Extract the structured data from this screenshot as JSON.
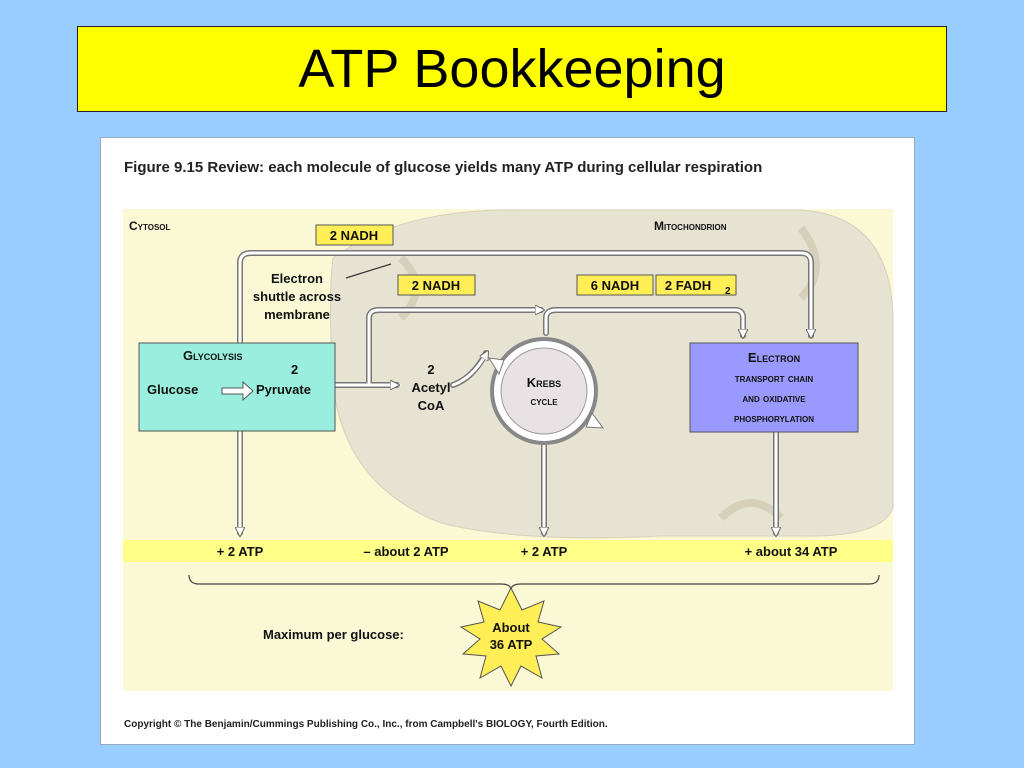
{
  "slide": {
    "title": "ATP Bookkeeping"
  },
  "figure": {
    "caption": "Figure 9.15  Review: each molecule of glucose yields many ATP during cellular respiration",
    "copyright": "Copyright © The Benjamin/Cummings Publishing Co., Inc., from Campbell's BIOLOGY, Fourth Edition."
  },
  "regions": {
    "cytosol": "Cytosol",
    "mitochondrion": "Mitochondrion"
  },
  "shuttle_label": [
    "Electron",
    "shuttle across",
    "membrane"
  ],
  "carriers": {
    "nadh_shuttle": "2 NADH",
    "nadh_pyruvate": "2 NADH",
    "nadh_krebs": "6 NADH",
    "fadh_krebs": "2 FADH",
    "fadh_subscript": "2"
  },
  "glycolysis": {
    "title": "Glycolysis",
    "glucose": "Glucose",
    "pyruvate_count": "2",
    "pyruvate": "Pyruvate"
  },
  "acetyl_coa": [
    "2",
    "Acetyl",
    "CoA"
  ],
  "krebs": [
    "Krebs",
    "cycle"
  ],
  "etc": [
    "Electron",
    "transport chain",
    "and oxidative",
    "phosphorylation"
  ],
  "atp_yields": {
    "glycolysis": "+ 2  ATP",
    "shuttle_cost": "– about 2  ATP",
    "krebs": "+ 2  ATP",
    "etc": "+ about 34  ATP"
  },
  "summary": {
    "label": "Maximum per glucose:",
    "burst_line1": "About",
    "burst_line2": "36 ATP"
  },
  "colors": {
    "background": "#99ccff",
    "title_box": "#ffff00",
    "glycolysis_box": "#99eedd",
    "etc_box": "#9999ff",
    "carrier_box": "#ffee55",
    "atp_band": "#ffff88",
    "mitochondrion": "#e6e2d2"
  }
}
